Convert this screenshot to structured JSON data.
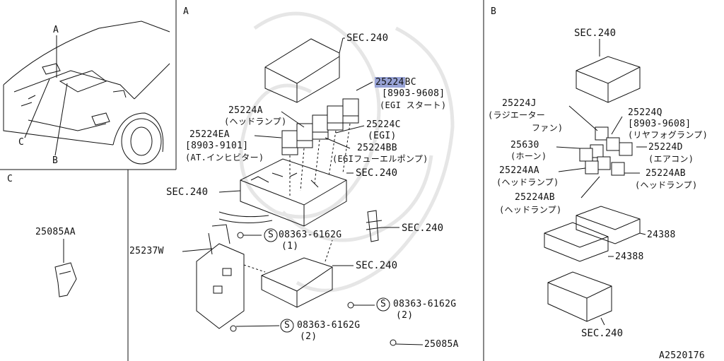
{
  "sections": {
    "a": "A",
    "b": "B",
    "c": "C"
  },
  "diagram_code": "A2520176",
  "panel_a": {
    "sec240_top": "SEC.240",
    "p25224BC": {
      "part": "25224",
      "suffix": "BC",
      "range": "[8903-9608]",
      "desc": "(EGI スタート)"
    },
    "p25224A": {
      "part": "25224A",
      "desc": "(ヘッドランプ)"
    },
    "p25224C": {
      "part": "25224C",
      "desc": "(EGI)"
    },
    "p25224EA": {
      "part": "25224EA",
      "range": "[8903-9101]",
      "desc": "(AT.インヒビター)"
    },
    "p25224BB": {
      "part": "25224BB",
      "desc": "(EGIフューエルポンプ)"
    },
    "sec240_box": "SEC.240",
    "sec240_left": "SEC.240",
    "sec240_clip": "SEC.240",
    "bolt1": {
      "part": "08363-6162G",
      "qty": "(1)"
    },
    "p25237W": "25237W",
    "sec240_tray": "SEC.240",
    "bolt2": {
      "part": "08363-6162G",
      "qty": "(2)"
    },
    "bolt3": {
      "part": "08363-6162G",
      "qty": "(2)"
    },
    "p25085A": "25085A",
    "s_symbol": "S"
  },
  "panel_b": {
    "sec240_top": "SEC.240",
    "p25224J": {
      "part": "25224J",
      "desc1": "(ラジエーター",
      "desc2": "ファン)"
    },
    "p25224Q": {
      "part": "25224Q",
      "range": "[8903-9608]",
      "desc": "(リヤフォグランプ)"
    },
    "p25630": {
      "part": "25630",
      "desc": "(ホーン)"
    },
    "p25224D": {
      "part": "25224D",
      "desc": "(エアコン)"
    },
    "p25224AA": {
      "part": "25224AA",
      "desc": "(ヘッドランプ)"
    },
    "p25224AB_r": {
      "part": "25224AB",
      "desc": "(ヘッドランプ)"
    },
    "p25224AB_b": {
      "part": "25224AB",
      "desc": "(ヘッドランプ)"
    },
    "p24388_1": "24388",
    "p24388_2": "24388",
    "sec240_bottom": "SEC.240"
  },
  "panel_c": {
    "p25085AA": "25085AA"
  }
}
